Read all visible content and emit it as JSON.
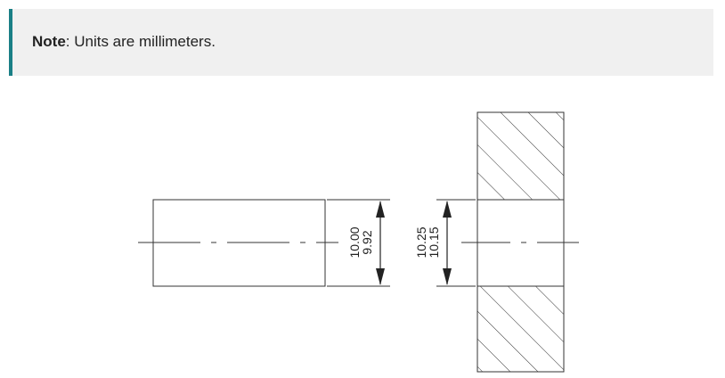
{
  "note": {
    "label": "Note",
    "text": ": Units are millimeters."
  },
  "diagram": {
    "shaft": {
      "dim_upper": "10.00",
      "dim_lower": "9.92"
    },
    "hole": {
      "dim_upper": "10.25",
      "dim_lower": "10.15"
    },
    "colors": {
      "accent": "#1a7f86",
      "line": "#333333"
    }
  }
}
